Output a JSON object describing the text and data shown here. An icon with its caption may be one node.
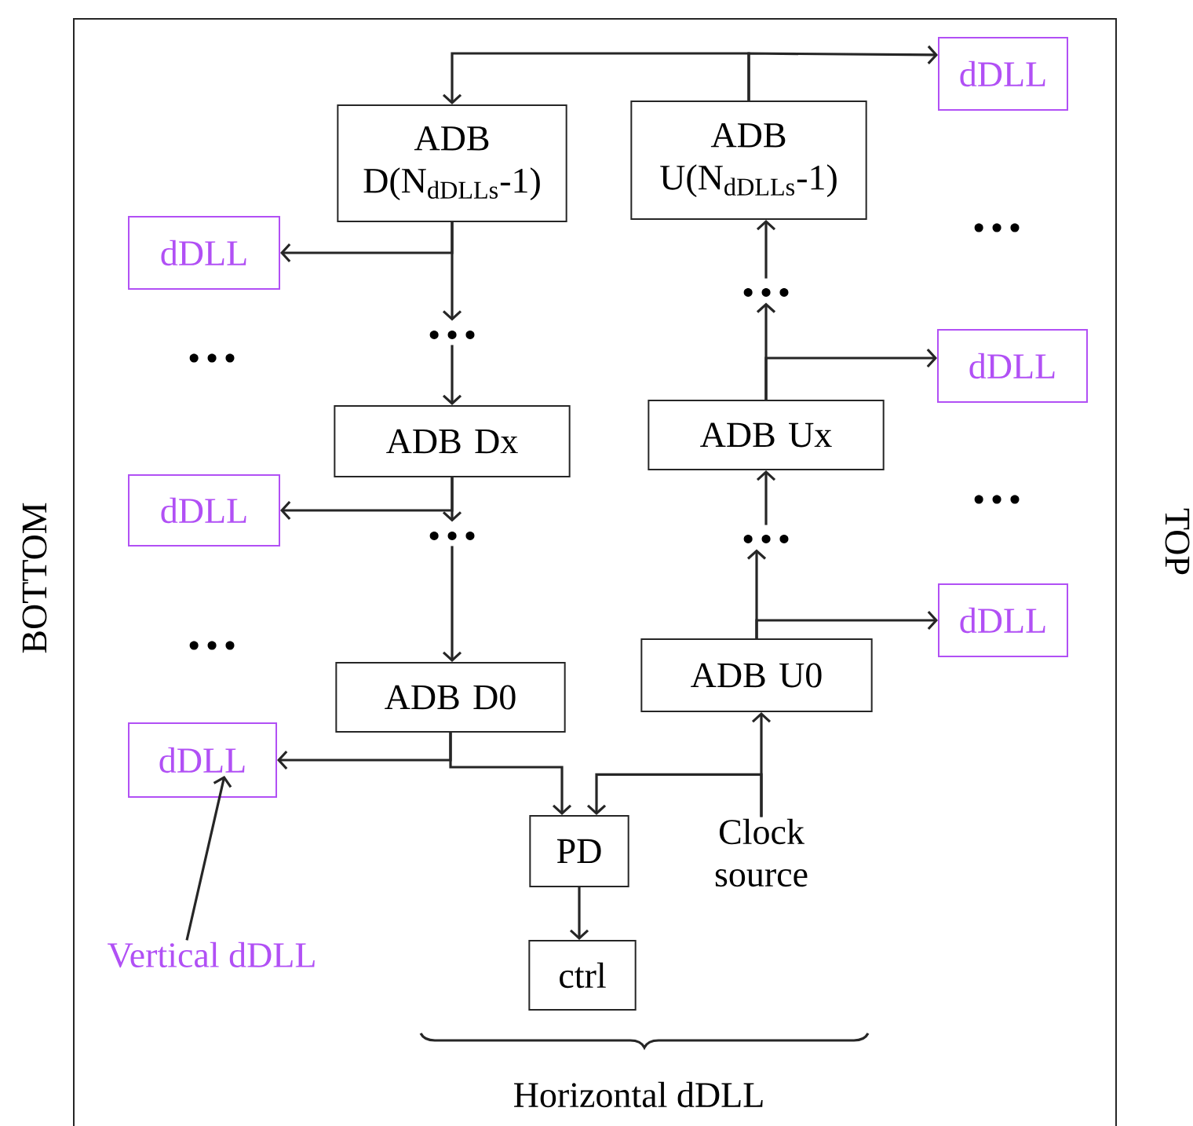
{
  "diagram": {
    "nodes": [
      {
        "text": [
          "ADB D(N$_{dDLLs}$-1)"
        ]
      },
      {
        "text": [
          "ADB U(N$_{dDLLs}$-1)"
        ]
      },
      {
        "text": [
          "…"
        ]
      },
      {
        "text": [
          "ADB Dx"
        ]
      },
      {
        "text": [
          "…"
        ]
      },
      {
        "text": [
          "ADB D0"
        ]
      },
      {
        "text": [
          "ADB U0"
        ]
      },
      {
        "text": [
          "…"
        ]
      },
      {
        "text": [
          "ADB Ux"
        ]
      },
      {
        "text": [
          "…"
        ]
      },
      {
        "text": [
          "PD"
        ]
      },
      {
        "text": [
          "ctrl"
        ]
      },
      {
        "text": [
          "Clock source"
        ]
      },
      {
        "text": [
          "dDLL"
        ]
      },
      {
        "text": [
          "dDLL"
        ]
      },
      {
        "text": [
          "dDLL"
        ]
      },
      {
        "text": [
          "dDLL"
        ]
      },
      {
        "text": [
          "dDLL"
        ]
      },
      {
        "text": [
          "dDLL"
        ]
      },
      {
        "text": [
          "Vertical dDLL"
        ]
      }
    ],
    "edges": [
      {
        "from": 1,
        "to": 0,
        "arrow": "to"
      },
      {
        "from": 1,
        "to": 13,
        "arrow": "to"
      },
      {
        "from": 0,
        "to": 2,
        "arrow": "to"
      },
      {
        "from": 0,
        "to": 14,
        "arrow": "to"
      },
      {
        "from": 2,
        "to": 3,
        "arrow": "to"
      },
      {
        "from": 3,
        "to": 4,
        "arrow": "to"
      },
      {
        "from": 3,
        "to": 16,
        "arrow": "to"
      },
      {
        "from": 4,
        "to": 5,
        "arrow": "to"
      },
      {
        "from": 5,
        "to": 18,
        "arrow": "to"
      },
      {
        "from": 5,
        "to": 10,
        "arrow": "to"
      },
      {
        "from": 12,
        "to": 6,
        "arrow": "to"
      },
      {
        "from": 12,
        "to": 10,
        "arrow": "to"
      },
      {
        "from": 6,
        "to": 7,
        "arrow": "to"
      },
      {
        "from": 6,
        "to": 17,
        "arrow": "to"
      },
      {
        "from": 7,
        "to": 8,
        "arrow": "to"
      },
      {
        "from": 8,
        "to": 9,
        "arrow": "to"
      },
      {
        "from": 8,
        "to": 15,
        "arrow": "to"
      },
      {
        "from": 9,
        "to": 1,
        "arrow": "to"
      },
      {
        "from": 10,
        "to": 11,
        "arrow": "to"
      },
      {
        "from": 19,
        "to": 18,
        "arrow": "to"
      }
    ],
    "labels": [
      "BOTTOM",
      "TOP",
      "…",
      "…",
      "…",
      "…",
      "Horizontal dDLL"
    ]
  }
}
